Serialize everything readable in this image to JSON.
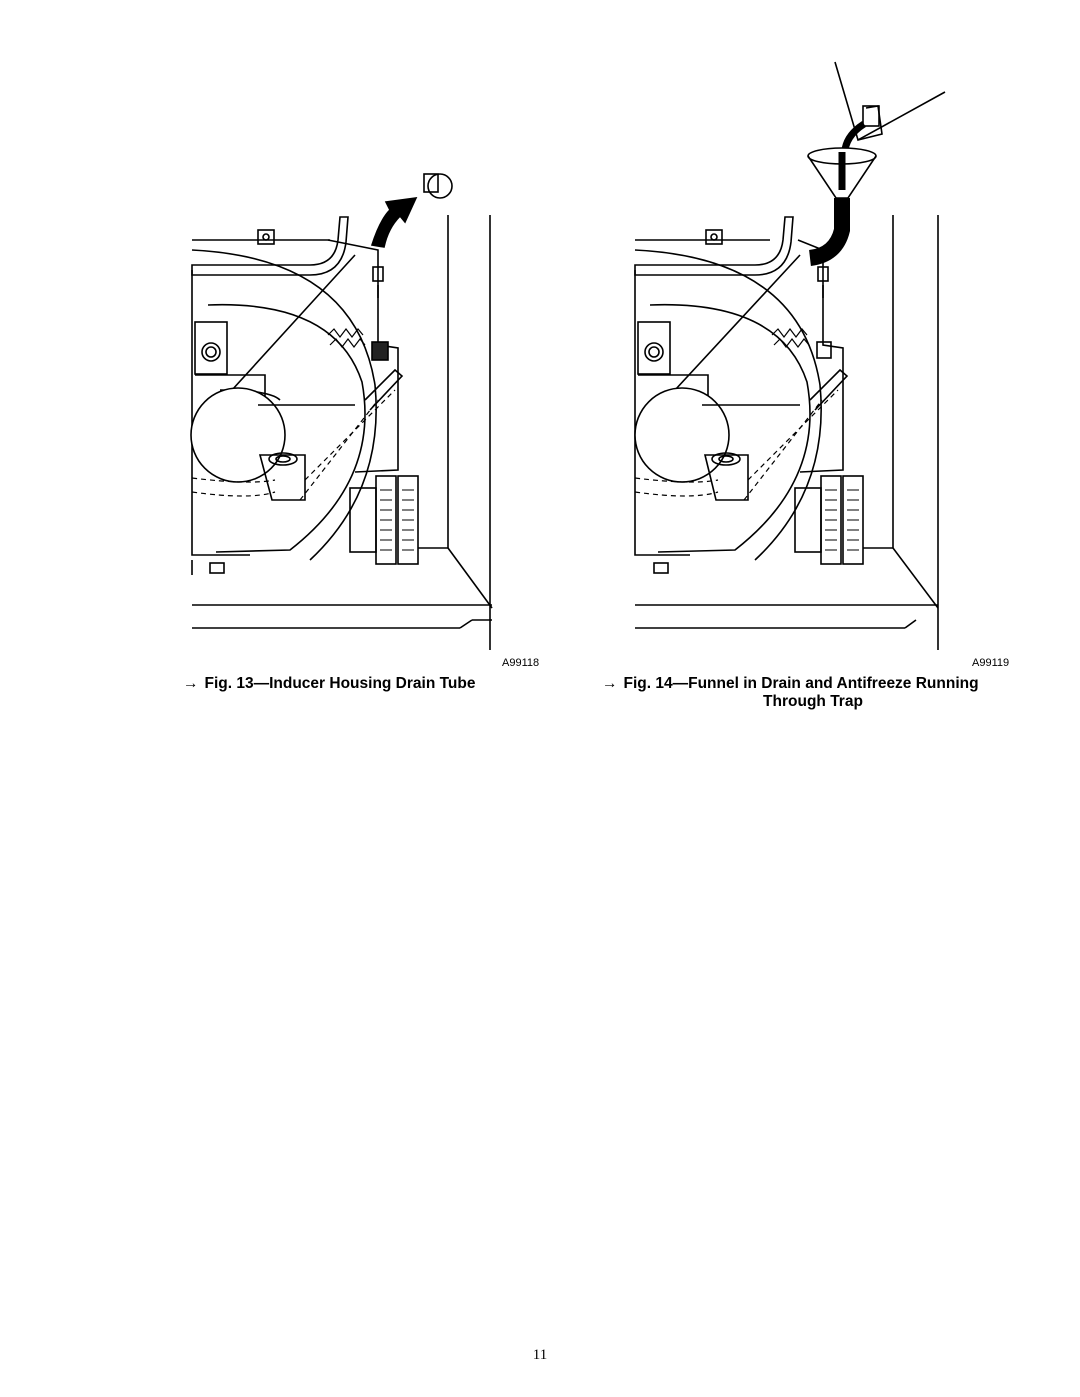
{
  "figures": [
    {
      "code": "A99118",
      "arrow": "→",
      "caption": "Fig. 13—Inducer Housing Drain Tube"
    },
    {
      "code": "A99119",
      "arrow": "→",
      "caption_line1": "Fig. 14—Funnel in Drain and Antifreeze Running",
      "caption_line2": "Through Trap"
    }
  ],
  "page_number": "11"
}
